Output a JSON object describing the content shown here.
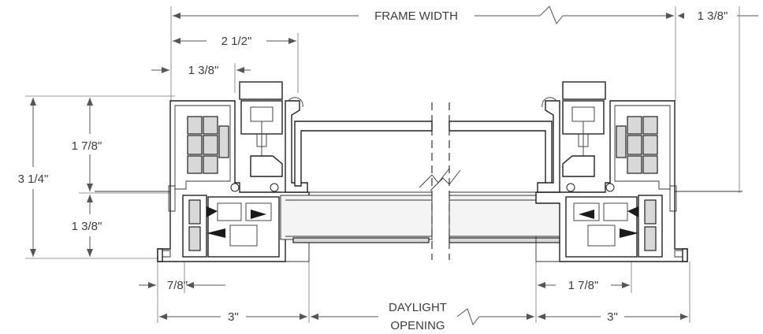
{
  "dimensions": {
    "frame_width": "FRAME WIDTH",
    "top_right_depth": "1 3/8\"",
    "two_half": "2 1/2\"",
    "one_three_eighths_top": "1 3/8\"",
    "overall_height": "3 1/4\"",
    "upper_height": "1 7/8\"",
    "lower_height": "1 3/8\"",
    "seven_eighths": "7/8\"",
    "one_seven_eighths_right": "1 7/8\"",
    "left_three": "3\"",
    "right_three": "3\"",
    "daylight_line1": "DAYLIGHT",
    "daylight_line2": "OPENING"
  }
}
